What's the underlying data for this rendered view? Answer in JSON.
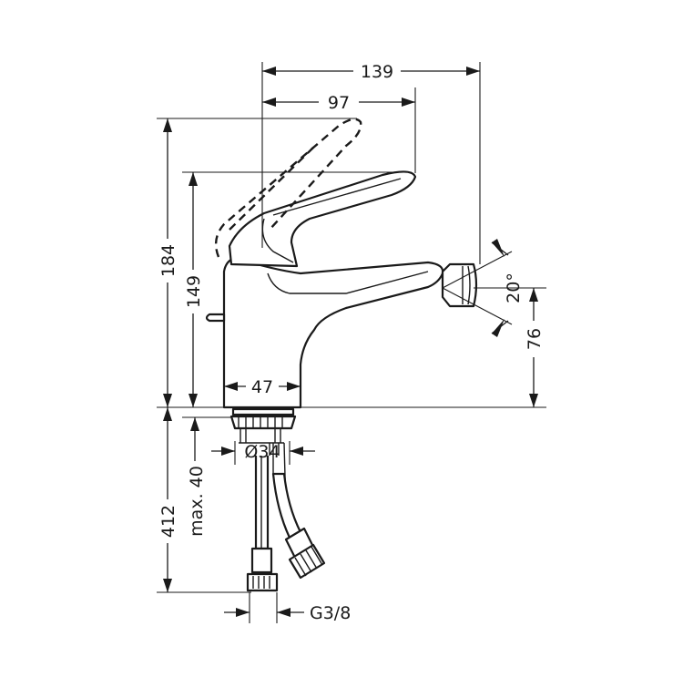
{
  "dimensions": {
    "overall_depth": "139",
    "lever_reach": "97",
    "overall_height": "184",
    "spout_height": "149",
    "spout_angle": "20°",
    "outlet_height": "76",
    "base_width": "47",
    "hole_diameter": "Ø34",
    "hose_length": "412",
    "max_thickness": "max. 40",
    "connection_thread": "G3/8"
  }
}
